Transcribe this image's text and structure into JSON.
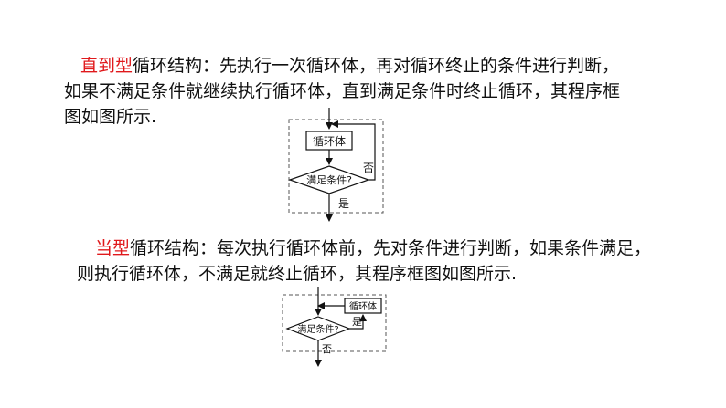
{
  "section_until": {
    "keyword": "直到型",
    "line1_rest": "循环结构：先执行一次循环体，再对循环终止的条件进行判断，",
    "line2": "如果不满足条件就继续执行循环体，直到满足条件时终止循环，其程序框",
    "line3": "图如图所示."
  },
  "section_while": {
    "keyword": "当型",
    "line1_rest": "循环结构：每次执行循环体前，先对条件进行判断，如果条件满足，",
    "line2": "则执行循环体，不满足就终止循环，其程序框图如图所示."
  },
  "diagram_until": {
    "body_label": "循环体",
    "condition_label": "满足条件?",
    "no_label": "否",
    "yes_label": "是"
  },
  "diagram_while": {
    "body_label": "循环体",
    "condition_label": "满足条件?",
    "yes_label": "是",
    "no_label": "否"
  }
}
